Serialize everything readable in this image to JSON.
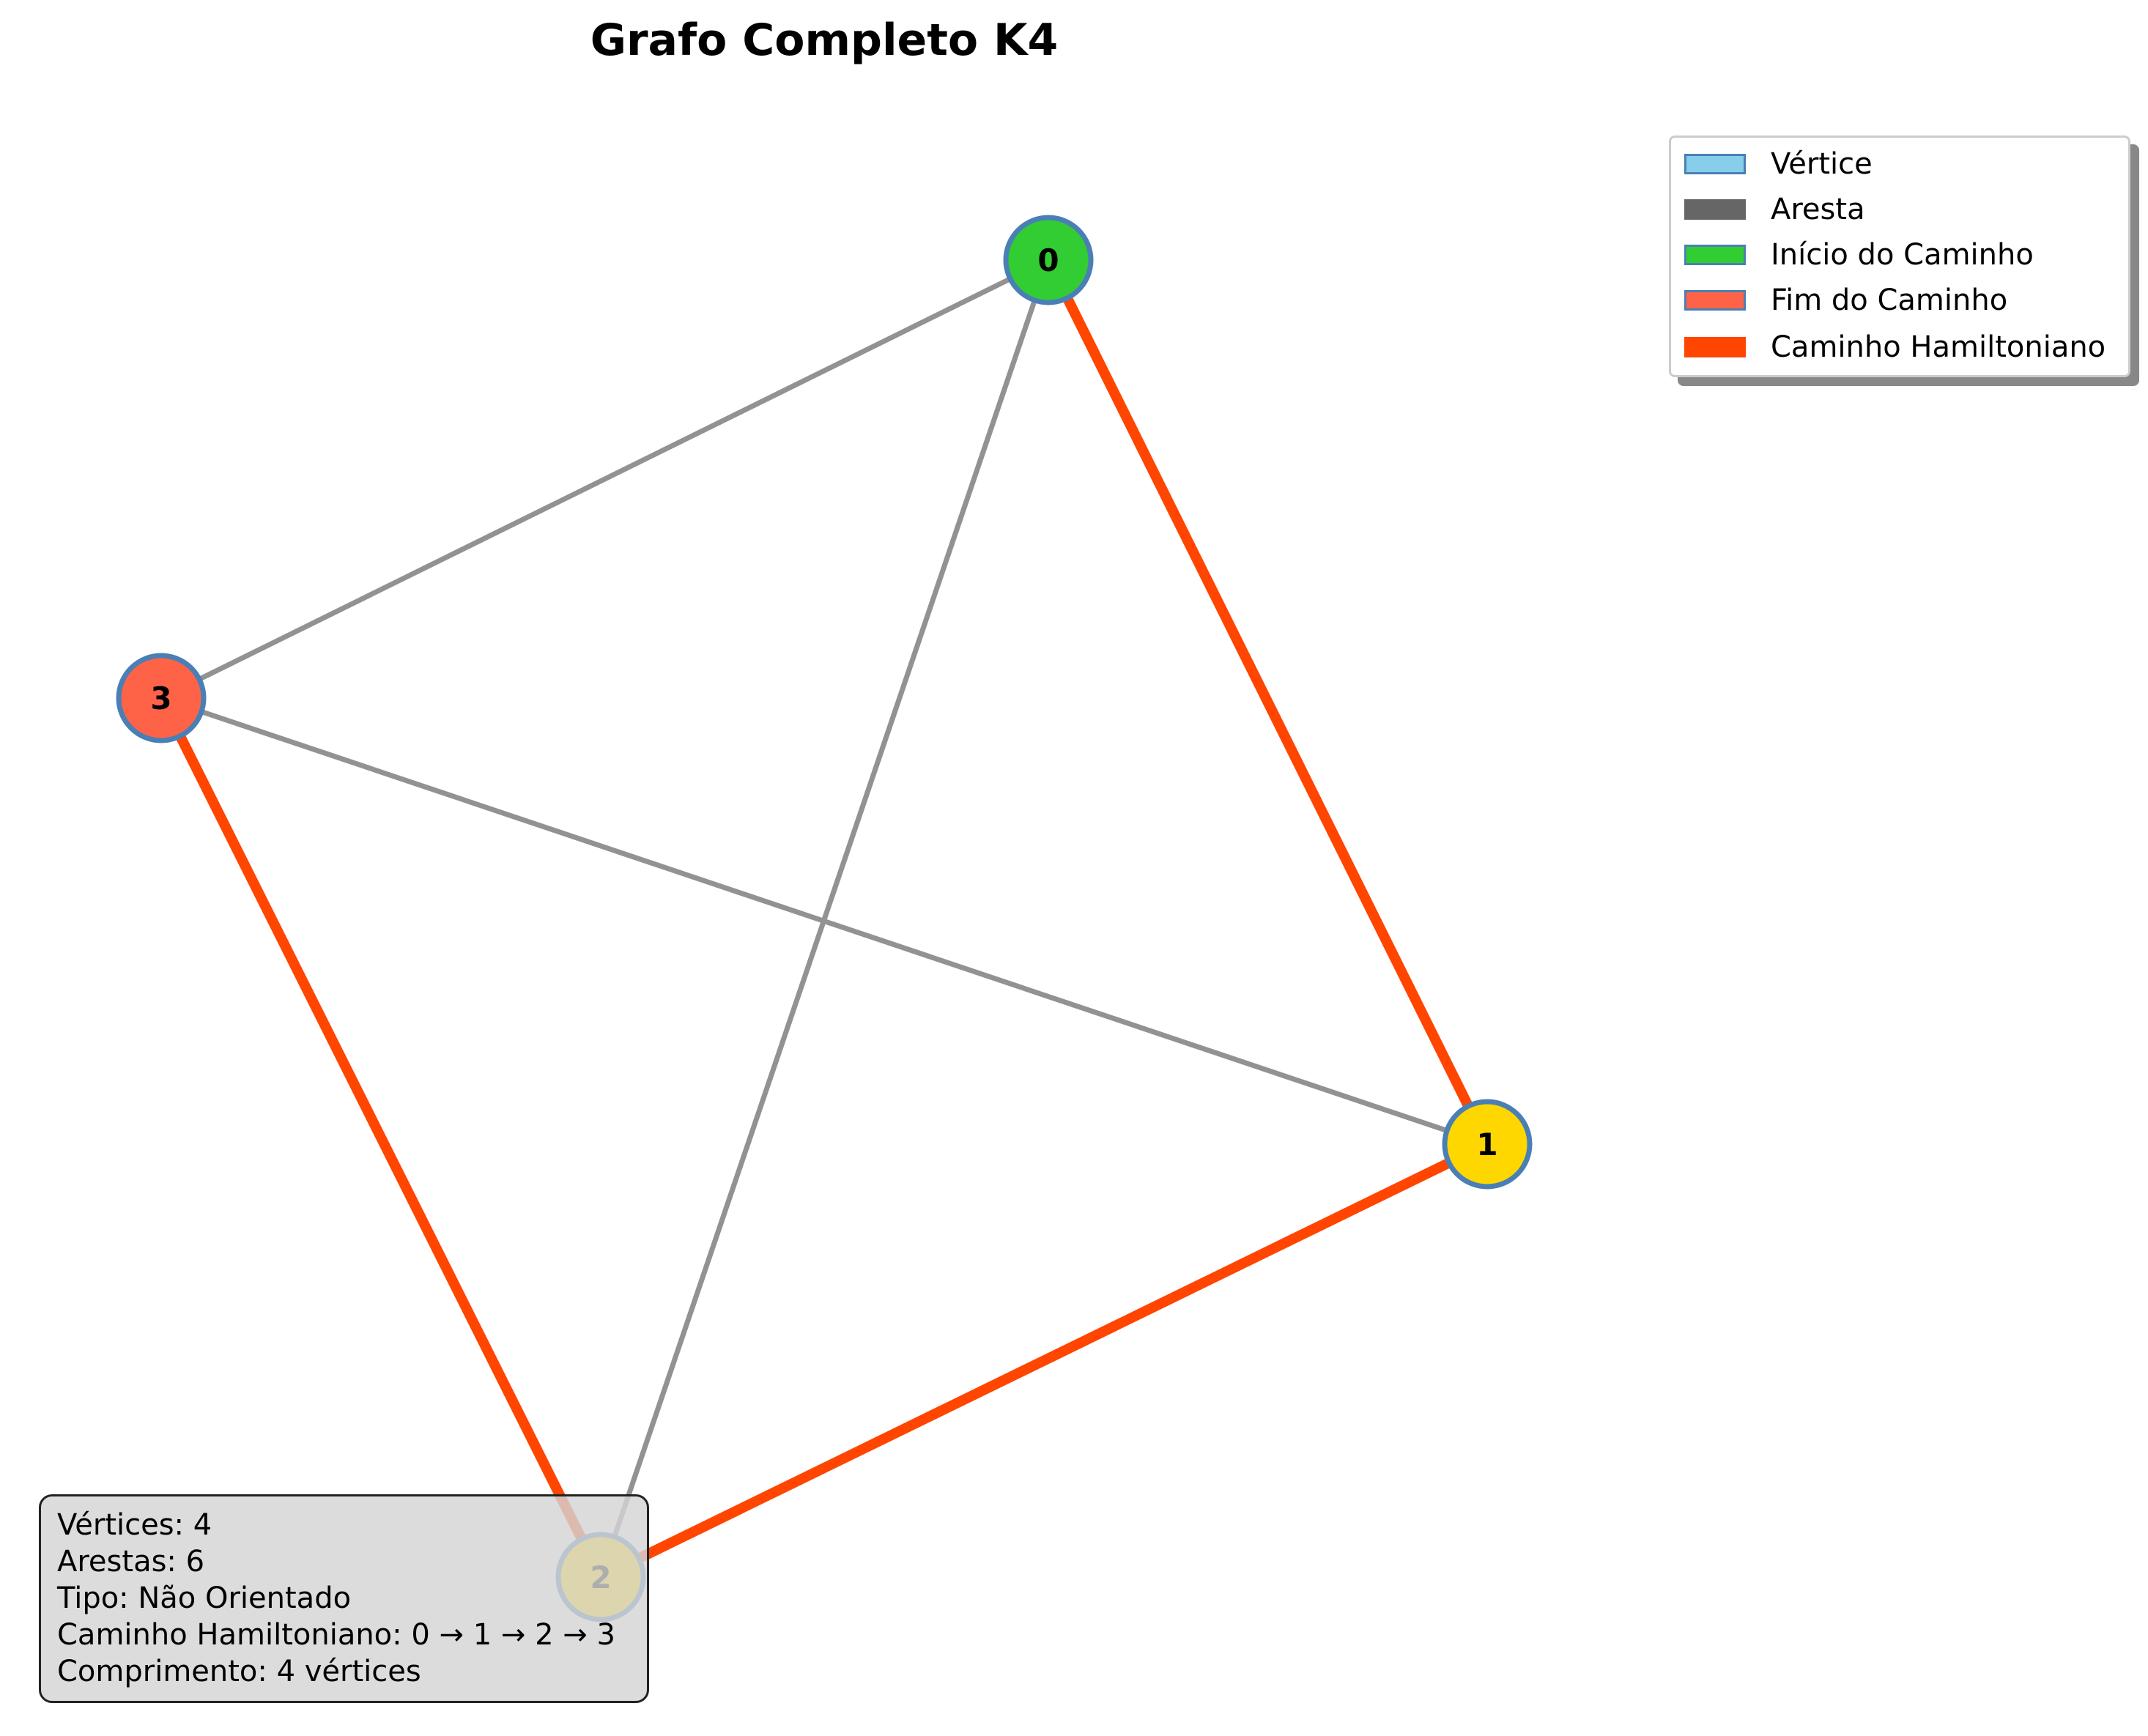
{
  "title": "Grafo Completo K4",
  "colors": {
    "vertex": "#87CEEB",
    "vertex_border": "#4A7FB5",
    "edge": "#929292",
    "legend_edge": "#666666",
    "start": "#32CD32",
    "end": "#FF6347",
    "path": "#FF4500",
    "middle": "#FFD700"
  },
  "vertices": [
    {
      "id": "0",
      "label": "0",
      "role": "start"
    },
    {
      "id": "1",
      "label": "1",
      "role": "middle"
    },
    {
      "id": "2",
      "label": "2",
      "role": "middle"
    },
    {
      "id": "3",
      "label": "3",
      "role": "end"
    }
  ],
  "edges": [
    {
      "from": "0",
      "to": "1",
      "in_path": true
    },
    {
      "from": "0",
      "to": "2",
      "in_path": false
    },
    {
      "from": "0",
      "to": "3",
      "in_path": false
    },
    {
      "from": "1",
      "to": "2",
      "in_path": true
    },
    {
      "from": "1",
      "to": "3",
      "in_path": false
    },
    {
      "from": "2",
      "to": "3",
      "in_path": true
    }
  ],
  "legend": [
    {
      "label": "Vértice",
      "kind": "vertex"
    },
    {
      "label": "Aresta",
      "kind": "edge"
    },
    {
      "label": "Início do Caminho",
      "kind": "start"
    },
    {
      "label": "Fim do Caminho",
      "kind": "end"
    },
    {
      "label": "Caminho Hamiltoniano",
      "kind": "path"
    }
  ],
  "info": {
    "vertices": "Vértices: 4",
    "edges": "Arestas: 6",
    "type": "Tipo: Não Orientado",
    "path": "Caminho Hamiltoniano: 0 → 1 → 2 → 3",
    "length": "Comprimento: 4 vértices"
  }
}
